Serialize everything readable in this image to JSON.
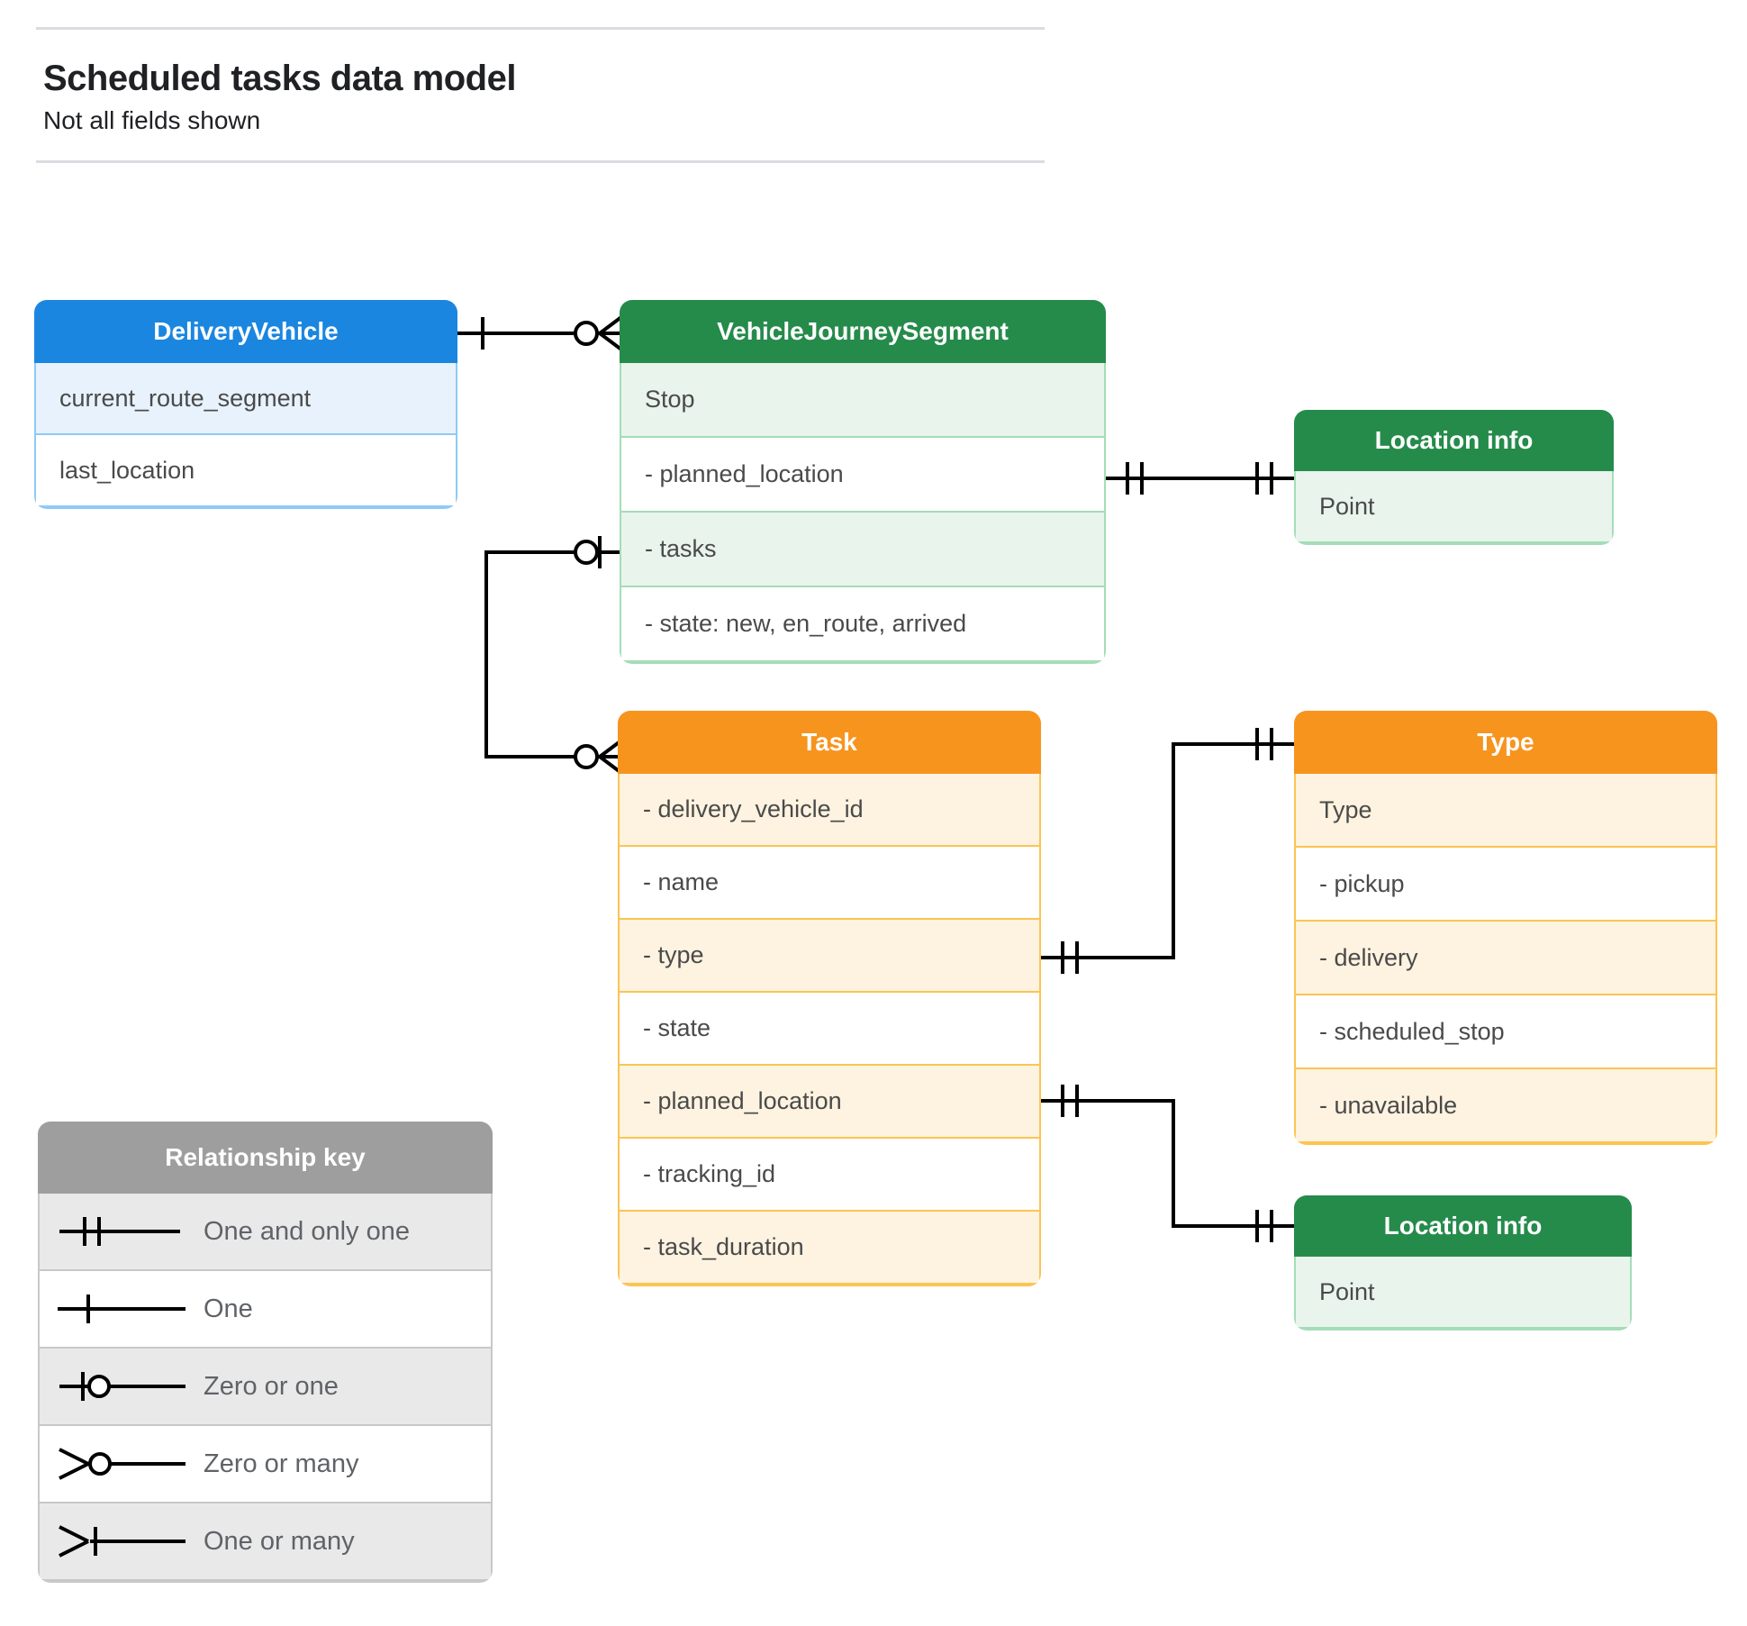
{
  "header": {
    "title": "Scheduled tasks data model",
    "subtitle": "Not all fields shown"
  },
  "colors": {
    "blue_header": "#1a86e0",
    "blue_row_tint": "#e8f2fd",
    "blue_border": "#8ecaf5",
    "green_header": "#258b4b",
    "green_row_tint": "#e9f4ec",
    "green_border": "#a4ddb8",
    "orange_header": "#f7941e",
    "orange_row_tint": "#fdf3e0",
    "orange_border": "#fbc453",
    "gray_header": "#9e9e9e",
    "gray_row_tint": "#e9e9e9",
    "gray_border": "#c8c8c8",
    "line": "#000000",
    "text": "#4a4a4a",
    "rule": "#dadce0"
  },
  "entities": {
    "delivery_vehicle": {
      "title": "DeliveryVehicle",
      "rows": [
        "current_route_segment",
        "last_location"
      ]
    },
    "vehicle_journey_segment": {
      "title": "VehicleJourneySegment",
      "rows": [
        "Stop",
        "-  planned_location",
        "- tasks",
        "- state: new, en_route, arrived"
      ]
    },
    "location_info_1": {
      "title": "Location info",
      "rows": [
        "Point"
      ]
    },
    "task": {
      "title": "Task",
      "rows": [
        "- delivery_vehicle_id",
        "- name",
        "- type",
        "- state",
        "- planned_location",
        "- tracking_id",
        "- task_duration"
      ]
    },
    "type": {
      "title": "Type",
      "rows": [
        "Type",
        "-   pickup",
        "-   delivery",
        "-   scheduled_stop",
        "-   unavailable"
      ]
    },
    "location_info_2": {
      "title": "Location info",
      "rows": [
        "Point"
      ]
    },
    "relationship_key": {
      "title": "Relationship key",
      "rows": [
        {
          "symbol": "one-and-only-one",
          "label": "One and only one"
        },
        {
          "symbol": "one",
          "label": "One"
        },
        {
          "symbol": "zero-or-one",
          "label": "Zero or one"
        },
        {
          "symbol": "zero-or-many",
          "label": "Zero or many"
        },
        {
          "symbol": "one-or-many",
          "label": "One or many"
        }
      ]
    }
  },
  "relationships": [
    {
      "from": "DeliveryVehicle",
      "to": "VehicleJourneySegment",
      "from_card": "one",
      "to_card": "zero-or-many"
    },
    {
      "from": "VehicleJourneySegment.planned_location",
      "to": "Location info",
      "from_card": "one-and-only-one",
      "to_card": "one-and-only-one"
    },
    {
      "from": "VehicleJourneySegment.tasks",
      "to": "Task",
      "from_card": "zero-or-one",
      "to_card": "zero-or-many"
    },
    {
      "from": "Task.type",
      "to": "Type",
      "from_card": "one-and-only-one",
      "to_card": "one-and-only-one"
    },
    {
      "from": "Task.planned_location",
      "to": "Location info",
      "from_card": "one-and-only-one",
      "to_card": "one-and-only-one"
    }
  ]
}
